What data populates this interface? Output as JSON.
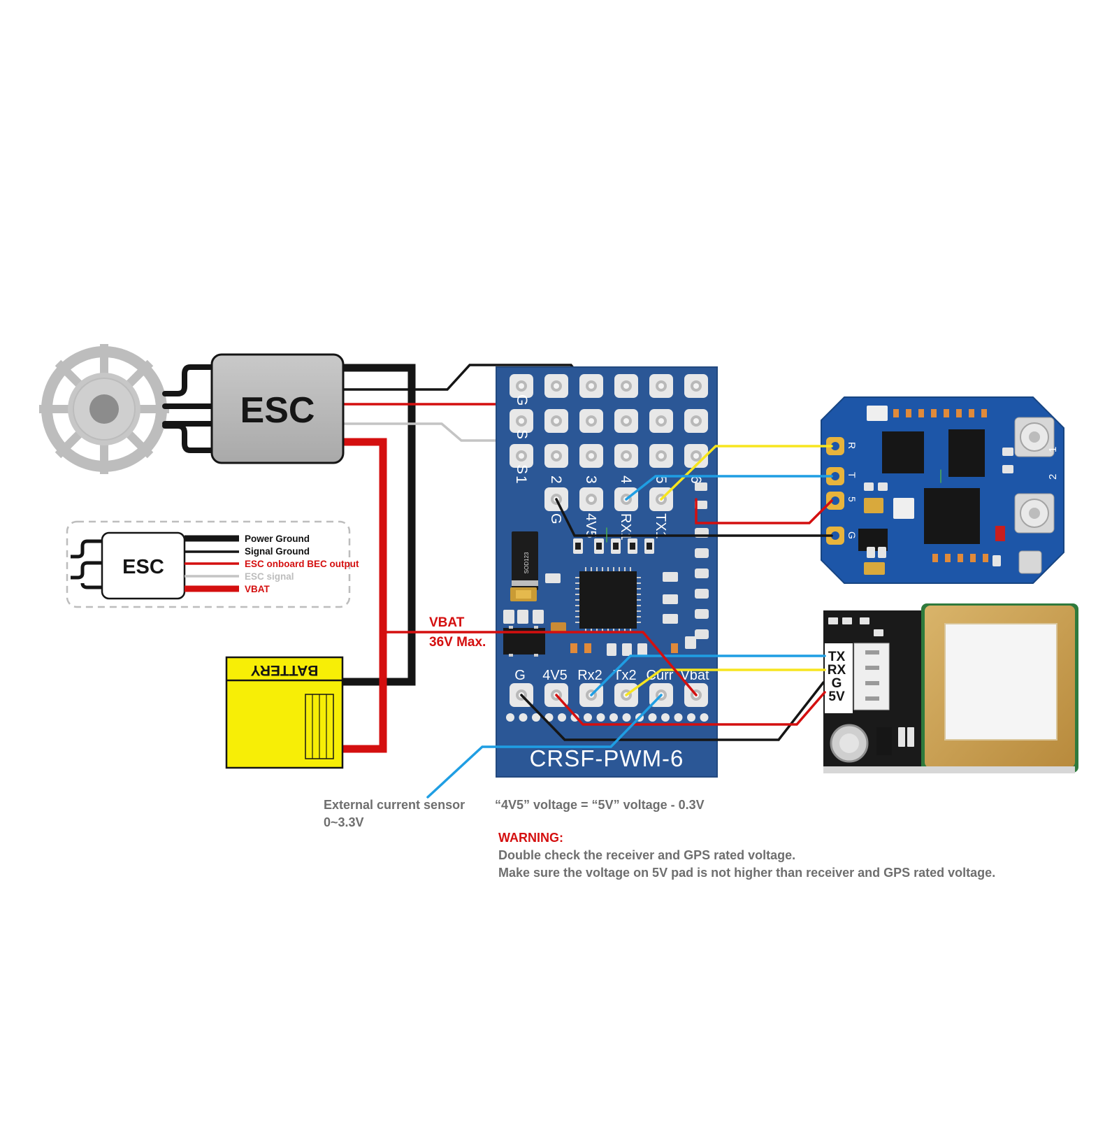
{
  "esc_main": {
    "label": "ESC"
  },
  "esc_legend": {
    "label": "ESC",
    "items": [
      {
        "text": "Power Ground",
        "color": "#111111"
      },
      {
        "text": "Signal Ground",
        "color": "#111111"
      },
      {
        "text": "ESC onboard BEC output",
        "color": "#d40f0f"
      },
      {
        "text": "ESC signal",
        "color": "#bdbdbd"
      },
      {
        "text": "VBAT",
        "color": "#d40f0f"
      }
    ]
  },
  "battery": {
    "label": "BATTERY"
  },
  "vbat_label": {
    "line1": "VBAT",
    "line2": "36V Max."
  },
  "board": {
    "name": "CRSF-PWM-6",
    "chip_text": "SOD123",
    "channel_numbers": [
      "1",
      "2",
      "3",
      "4",
      "5",
      "6"
    ],
    "top_row_side_labels": [
      "G",
      "S",
      "S"
    ],
    "uart_labels": [
      "G",
      "4V5",
      "RX1",
      "TX1"
    ],
    "bottom_labels": [
      "G",
      "4V5",
      "Rx2",
      "Tx2",
      "Curr",
      "Vbat"
    ]
  },
  "receiver": {
    "pads": [
      "R",
      "T",
      "5",
      "G"
    ],
    "antenna_labels": [
      "1",
      "2"
    ]
  },
  "gps": {
    "pins": [
      "TX",
      "RX",
      "G",
      "5V"
    ]
  },
  "notes": {
    "current_sensor_line1": "External current sensor",
    "current_sensor_line2": "0~3.3V",
    "voltage_note": "“4V5” voltage = “5V” voltage - 0.3V",
    "warning_title": "WARNING:",
    "warning_line1": "Double check the receiver and GPS rated voltage.",
    "warning_line2": "Make sure the voltage on 5V pad is not higher than receiver and GPS rated voltage."
  },
  "colors": {
    "wire_red": "#d40f0f",
    "wire_black": "#151515",
    "wire_white": "#c4c4c4",
    "wire_yellow": "#f7e51f",
    "wire_blue": "#1f9ee3",
    "board_blue": "#2b5796",
    "pcb_receiver": "#1d56a8",
    "battery_yellow": "#f7ee06"
  }
}
